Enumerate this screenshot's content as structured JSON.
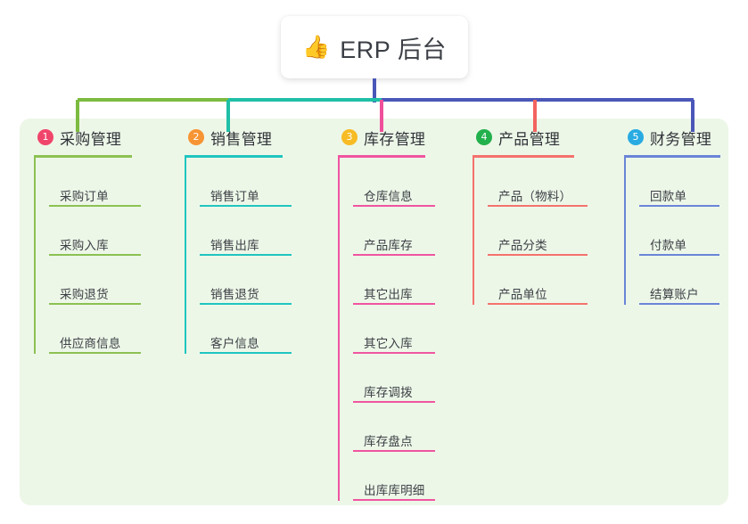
{
  "root": {
    "icon": "thumbs-up-icon",
    "icon_glyph": "👍",
    "label": "ERP 后台"
  },
  "palette": {
    "panel_bg": "#edf7e8",
    "page_bg": "#ffffff",
    "bus_green": "#7cbb3f",
    "bus_teal": "#1fbfa7",
    "bus_blue": "#4a57b8",
    "drop_green": "#7cbb3f",
    "drop_teal": "#1fbfa7",
    "drop_pink": "#ef4f9b",
    "drop_red": "#f2635f",
    "drop_blue": "#4a57b8",
    "text": "#3c4046"
  },
  "columns": [
    {
      "number": "1",
      "title": "采购管理",
      "badge_color": "#f0456b",
      "line_color": "#8cc152",
      "items": [
        "采购订单",
        "采购入库",
        "采购退货",
        "供应商信息"
      ]
    },
    {
      "number": "2",
      "title": "销售管理",
      "badge_color": "#f79433",
      "line_color": "#1fc5c0",
      "items": [
        "销售订单",
        "销售出库",
        "销售退货",
        "客户信息"
      ]
    },
    {
      "number": "3",
      "title": "库存管理",
      "badge_color": "#f7bb25",
      "line_color": "#ef55a0",
      "items": [
        "仓库信息",
        "产品库存",
        "其它出库",
        "其它入库",
        "库存调拨",
        "库存盘点",
        "出库库明细"
      ]
    },
    {
      "number": "4",
      "title": "产品管理",
      "badge_color": "#22b14c",
      "line_color": "#f4726d",
      "items": [
        "产品（物料）",
        "产品分类",
        "产品单位"
      ]
    },
    {
      "number": "5",
      "title": "财务管理",
      "badge_color": "#29abe2",
      "line_color": "#6a85d8",
      "items": [
        "回款单",
        "付款单",
        "结算账户"
      ]
    }
  ]
}
